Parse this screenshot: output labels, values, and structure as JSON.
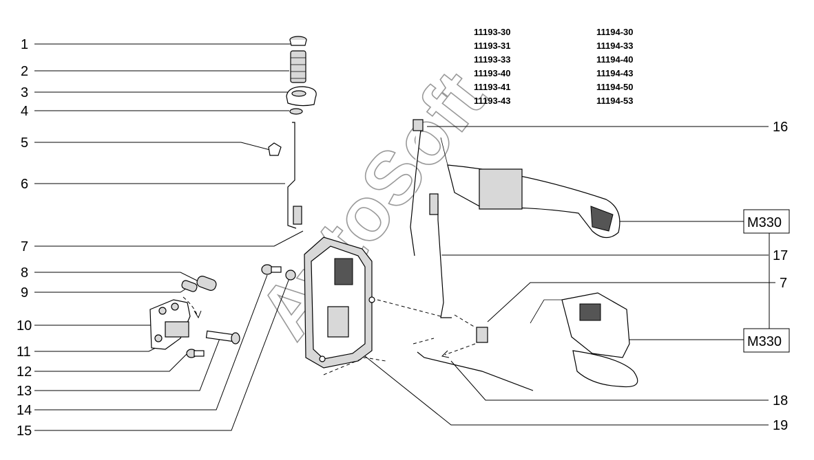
{
  "callouts_left": [
    "1",
    "2",
    "3",
    "4",
    "5",
    "6",
    "7",
    "8",
    "9",
    "10",
    "11",
    "12",
    "13",
    "14",
    "15"
  ],
  "callouts_right": [
    "16",
    "17",
    "7",
    "18",
    "19"
  ],
  "codes_col1": [
    "11193-30",
    "11193-31",
    "11193-33",
    "11193-40",
    "11193-41",
    "11193-43"
  ],
  "codes_col2": [
    "11194-30",
    "11194-33",
    "11194-40",
    "11194-43",
    "11194-50",
    "11194-53"
  ],
  "ref_labels": [
    "M330",
    "M330"
  ],
  "watermark": "AvtoSoft"
}
